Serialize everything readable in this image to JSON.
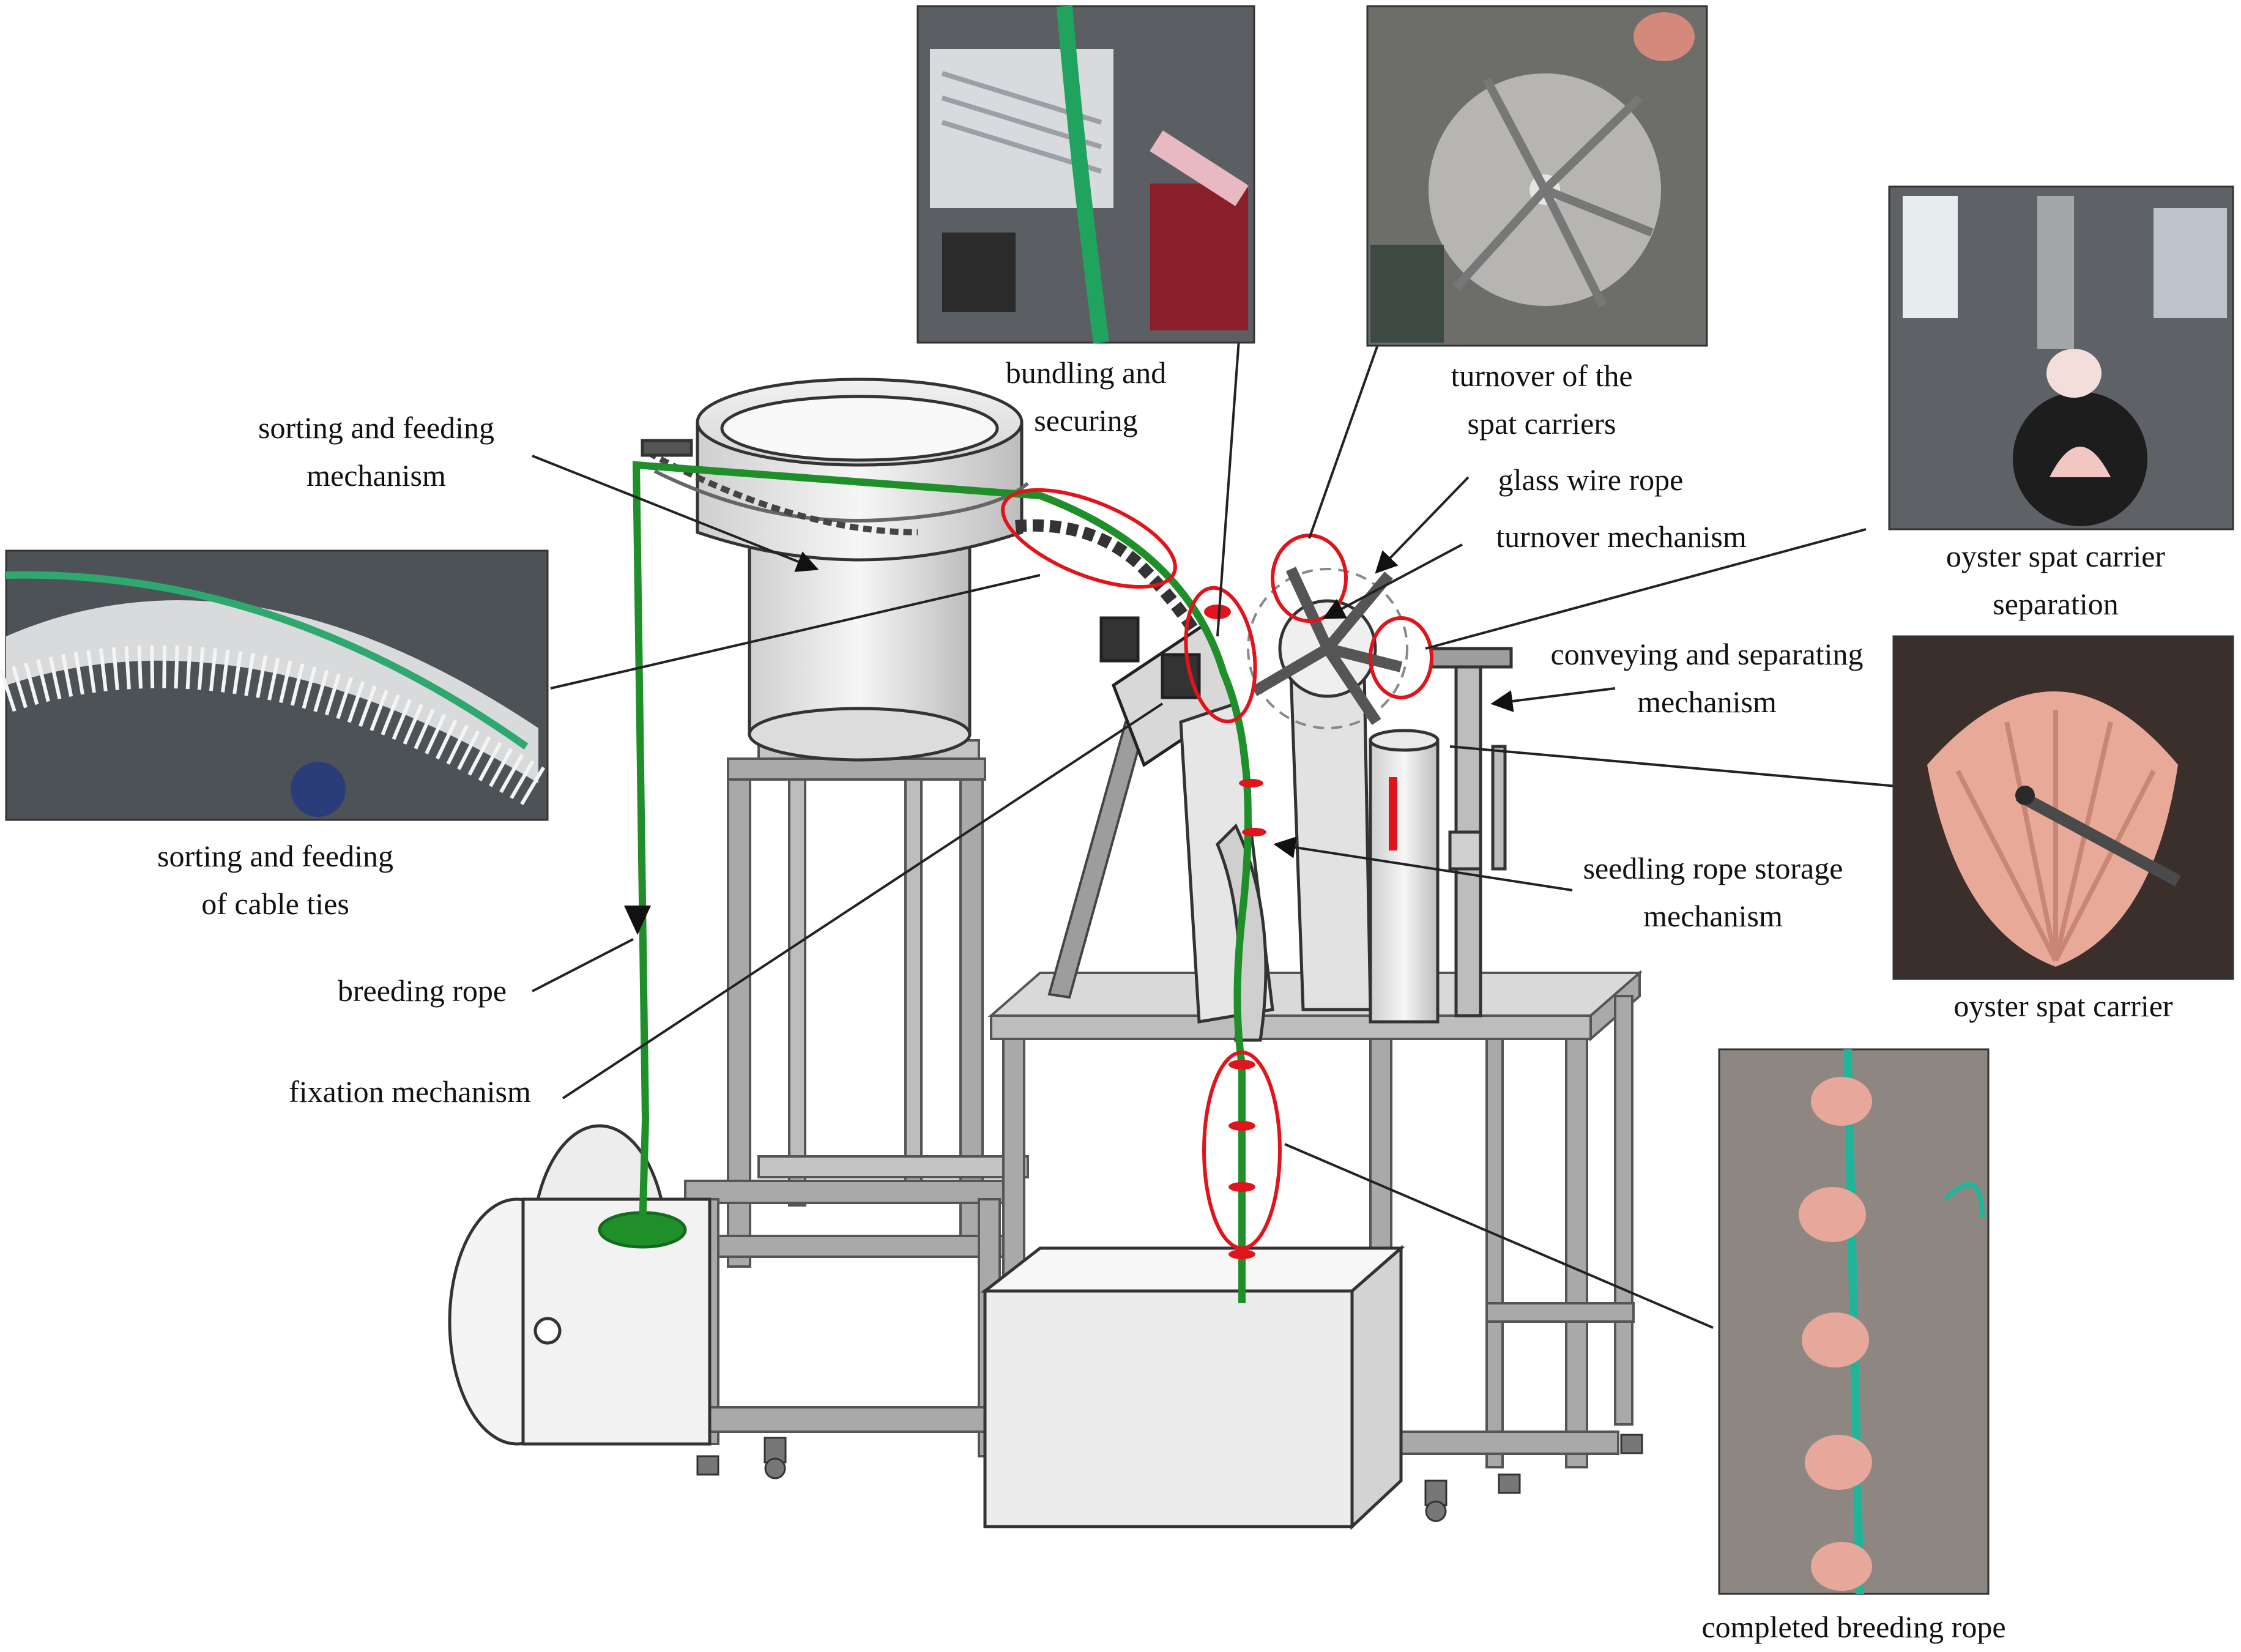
{
  "labels": {
    "bundling": [
      "bundling and",
      "securing"
    ],
    "turnover_carriers": [
      "turnover of the",
      "spat carriers"
    ],
    "sorting_mech": [
      "sorting and feeding",
      "mechanism"
    ],
    "glass_wire": "glass wire rope",
    "turnover_mech": "turnover mechanism",
    "separation": [
      "oyster spat carrier",
      "separation"
    ],
    "conveying": [
      "conveying and separating",
      "mechanism"
    ],
    "sorting_ties": [
      "sorting and feeding",
      "of cable ties"
    ],
    "seedling": [
      "seedling rope storage",
      "mechanism"
    ],
    "breeding_rope": "breeding rope",
    "oyster_carrier": "oyster spat carrier",
    "fixation": "fixation mechanism",
    "completed": "completed breeding rope"
  },
  "colors": {
    "rope": "#1f8f2a",
    "highlight": "#e0141a",
    "frame": "#8f8f8f",
    "frame_dark": "#555555",
    "machine": "#e9e9e9",
    "leader": "#222222"
  }
}
